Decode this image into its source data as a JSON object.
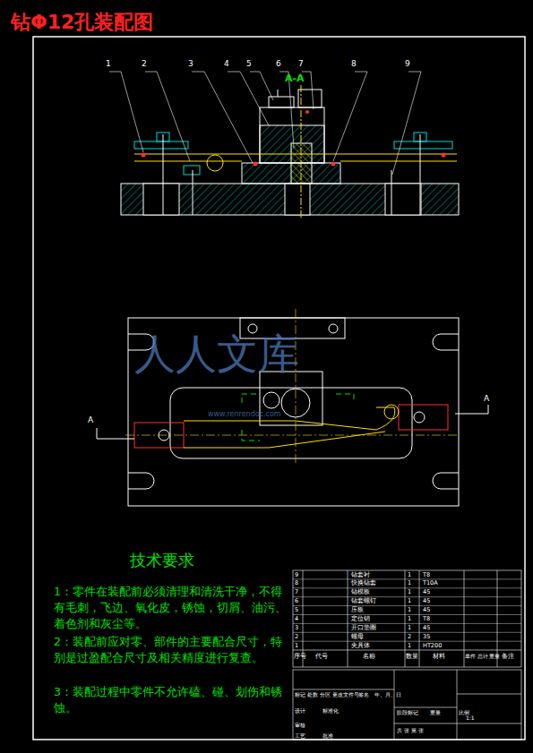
{
  "diagram": {
    "title": "钻Φ12孔装配图",
    "labels": [
      "1",
      "2",
      "3",
      "4",
      "5",
      "6",
      "7",
      "8",
      "9",
      "A-A",
      "A",
      "A",
      "技术要求",
      "1：零件在装配前必须清理和清洗干净，不得有毛刺，飞边、氧化皮，锈蚀，切屑、油污、着色剂和灰尘等。",
      "2：装配前应对零、部件的主要配合尺寸，特别是过盈配合尺寸及相关精度进行复查。",
      "3：装配过程中零件不允许磕、碰、划伤和锈蚀。",
      "人人文库",
      "www.renrendoc.com",
      "9",
      "钻套衬",
      "1",
      "T8",
      "8",
      "快换钻套",
      "1",
      "T10A",
      "7",
      "钻模板",
      "1",
      "45",
      "6",
      "钻套螺钉",
      "1",
      "45",
      "5",
      "压板",
      "1",
      "45",
      "4",
      "定位销",
      "1",
      "T8",
      "3",
      "开口垫圈",
      "1",
      "45",
      "2",
      "螺母",
      "2",
      "35",
      "1",
      "夹具体",
      "1",
      "HT200",
      "序号",
      "代号",
      "名称",
      "数量",
      "材料",
      "单件 总计 重量",
      "备注",
      "标记",
      "处数",
      "分区",
      "更改文件号",
      "签名",
      "年、月、日",
      "设计",
      "标准化",
      "审核",
      "工艺",
      "批准",
      "阶段标记",
      "重量",
      "比例",
      "1:1",
      "共 张 第 张"
    ]
  }
}
